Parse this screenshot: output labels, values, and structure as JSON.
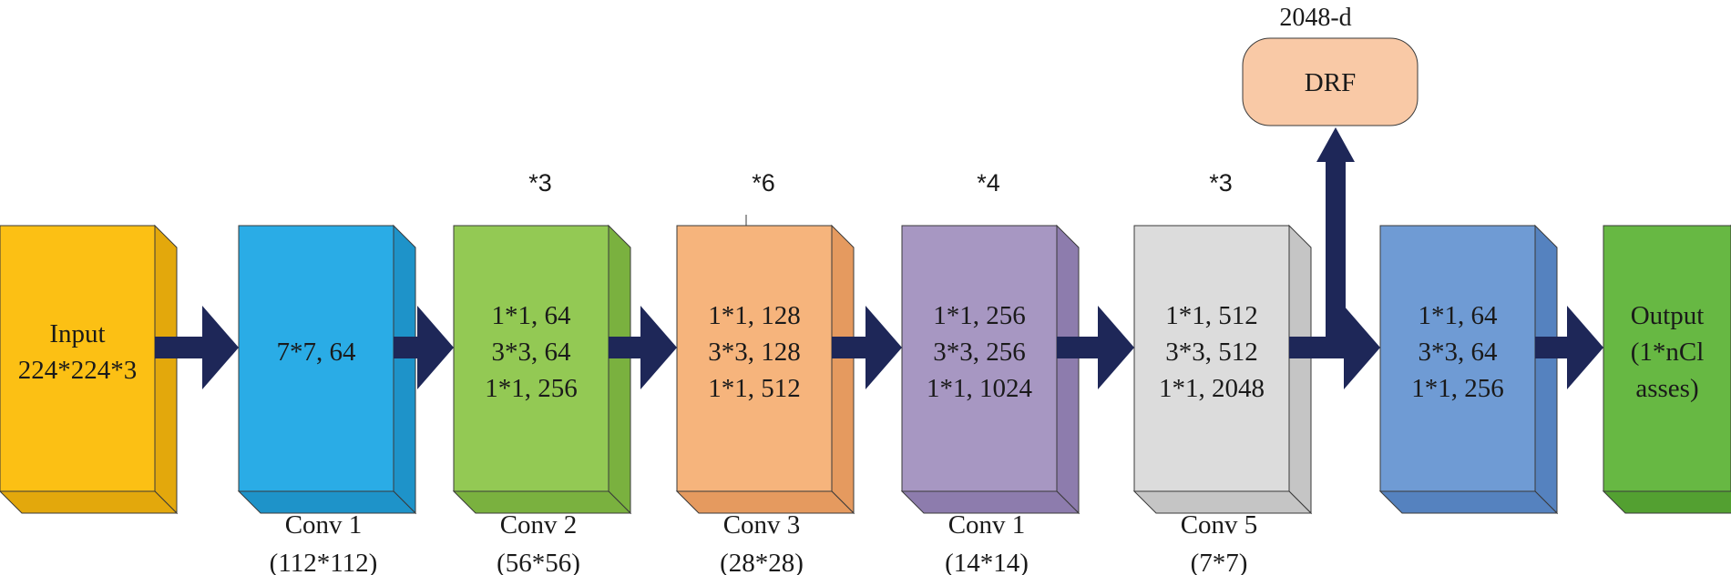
{
  "colors": {
    "arrow": "#1e2758",
    "outline": "#3a3a3a",
    "text": "#1a1a1a"
  },
  "blocks": [
    {
      "id": "input",
      "front": "#fcc014",
      "side": "#e3a80c",
      "lines": [
        "Input",
        "224*224*3"
      ],
      "repeat": "",
      "caption": []
    },
    {
      "id": "conv1",
      "front": "#2aace6",
      "side": "#1e93c9",
      "lines": [
        "7*7, 64"
      ],
      "repeat": "",
      "caption": [
        "Conv 1",
        "(112*112)"
      ]
    },
    {
      "id": "conv2",
      "front": "#93c954",
      "side": "#7ab13f",
      "lines": [
        "1*1, 64",
        "3*3, 64",
        "1*1, 256"
      ],
      "repeat": "*3",
      "caption": [
        "Conv 2",
        "(56*56)"
      ]
    },
    {
      "id": "conv3",
      "front": "#f6b47c",
      "side": "#e59a5f",
      "lines": [
        "1*1, 128",
        "3*3, 128",
        "1*1, 512"
      ],
      "repeat": "*6",
      "caption": [
        "Conv 3",
        "(28*28)"
      ]
    },
    {
      "id": "conv4",
      "front": "#a797c2",
      "side": "#8d7cad",
      "lines": [
        "1*1, 256",
        "3*3, 256",
        "1*1, 1024"
      ],
      "repeat": "*4",
      "caption": [
        "Conv 1",
        "(14*14)"
      ]
    },
    {
      "id": "conv5",
      "front": "#dcdcdc",
      "side": "#c5c5c5",
      "lines": [
        "1*1, 512",
        "3*3, 512",
        "1*1, 2048"
      ],
      "repeat": "*3",
      "caption": [
        "Conv 5",
        "(7*7)"
      ]
    },
    {
      "id": "block7",
      "front": "#6f9bd4",
      "side": "#5582bf",
      "lines": [
        "1*1, 64",
        "3*3, 64",
        "1*1, 256"
      ],
      "repeat": "",
      "caption": []
    },
    {
      "id": "output",
      "front": "#67b843",
      "side": "#53a031",
      "lines": [
        "Output",
        "(1*nCl",
        "asses)"
      ],
      "repeat": "",
      "caption": []
    }
  ],
  "drf": {
    "label": "DRF",
    "dimension": "2048-d",
    "fill": "#f9c9a6"
  }
}
